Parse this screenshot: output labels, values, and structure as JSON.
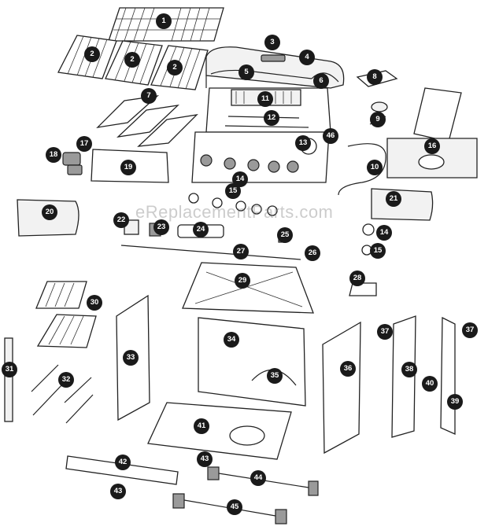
{
  "watermark": "eReplacementParts.com",
  "callouts": [
    "1",
    "2",
    "2",
    "2",
    "3",
    "4",
    "5",
    "6",
    "7",
    "8",
    "9",
    "10",
    "11",
    "12",
    "13",
    "14",
    "15",
    "16",
    "17",
    "18",
    "19",
    "20",
    "21",
    "22",
    "23",
    "24",
    "25",
    "26",
    "27",
    "28",
    "29",
    "30",
    "31",
    "32",
    "33",
    "34",
    "35",
    "36",
    "37",
    "37",
    "38",
    "39",
    "40",
    "41",
    "42",
    "43",
    "43",
    "44",
    "45",
    "46",
    "14",
    "15"
  ]
}
